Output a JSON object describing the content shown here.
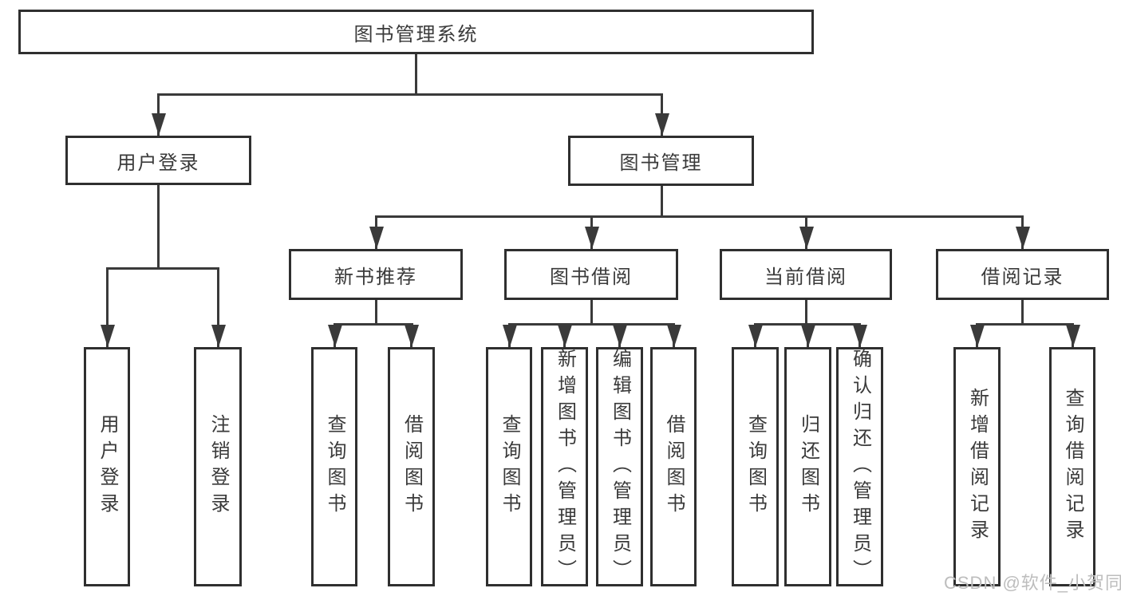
{
  "root": {
    "label": "图书管理系统"
  },
  "branches": [
    {
      "label": "用户登录",
      "leaves": [
        {
          "label": "用户登录"
        },
        {
          "label": "注销登录"
        }
      ]
    },
    {
      "label": "图书管理",
      "sections": [
        {
          "label": "新书推荐",
          "leaves": [
            {
              "label": "查询图书"
            },
            {
              "label": "借阅图书"
            }
          ]
        },
        {
          "label": "图书借阅",
          "leaves": [
            {
              "label": "查询图书"
            },
            {
              "label": "新增图书（管理员）"
            },
            {
              "label": "编辑图书（管理员）"
            },
            {
              "label": "借阅图书"
            }
          ]
        },
        {
          "label": "当前借阅",
          "leaves": [
            {
              "label": "查询图书"
            },
            {
              "label": "归还图书"
            },
            {
              "label": "确认归还（管理员）"
            }
          ]
        },
        {
          "label": "借阅记录",
          "leaves": [
            {
              "label": "新增借阅记录"
            },
            {
              "label": "查询借阅记录"
            }
          ]
        }
      ]
    }
  ],
  "watermark": {
    "text": "CSDN @软件_小贺同学",
    "color": "#bdbdbd"
  },
  "colors": {
    "line": "#3a3a3a",
    "border": "#2f2f2f",
    "text": "#3a3a3a",
    "background": "#ffffff"
  }
}
